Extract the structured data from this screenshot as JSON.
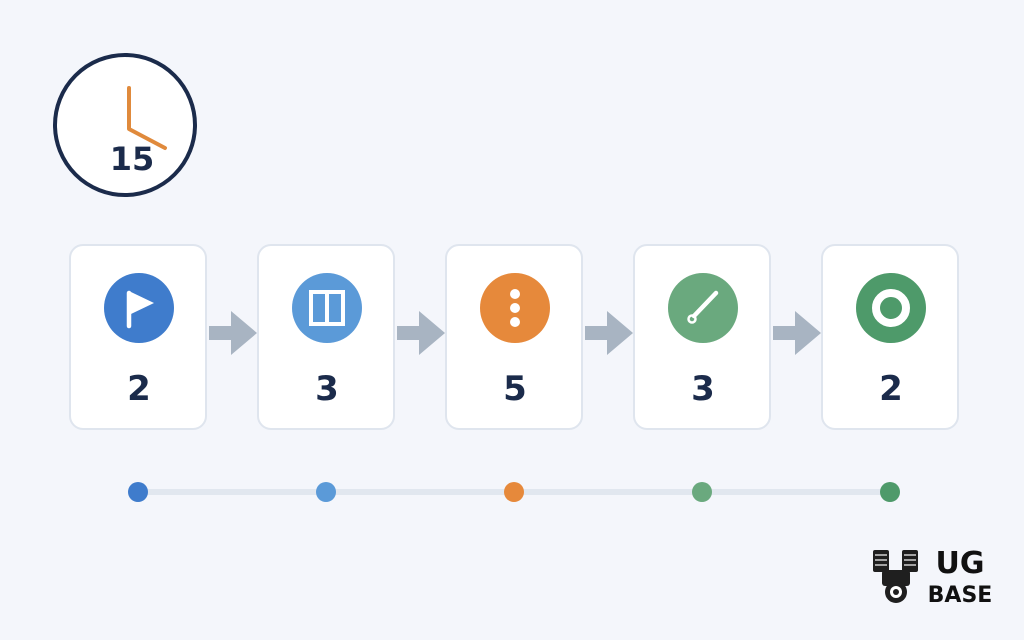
{
  "clock": {
    "icon": "clock-icon",
    "total": "15",
    "hand_color": "#e08a3c",
    "ring_color": "#1b2b4b"
  },
  "steps": [
    {
      "icon": "flag-icon",
      "count": "2",
      "color": "#3f7ccc"
    },
    {
      "icon": "columns-icon",
      "count": "3",
      "color": "#5b9ad8"
    },
    {
      "icon": "vertical-dots-icon",
      "count": "5",
      "color": "#e6893b"
    },
    {
      "icon": "pen-icon",
      "count": "3",
      "color": "#6aa97e"
    },
    {
      "icon": "ring-icon",
      "count": "2",
      "color": "#4e9a6a"
    }
  ],
  "arrow_color": "#a8b4c2",
  "timeline": {
    "line_color": "#e1e7ef",
    "dot_colors": [
      "#3f7ccc",
      "#5b9ad8",
      "#e6893b",
      "#6aa97e",
      "#4e9a6a"
    ]
  },
  "logo": {
    "icon": "engine-icon",
    "line1": "UG",
    "line2": "BASE"
  }
}
